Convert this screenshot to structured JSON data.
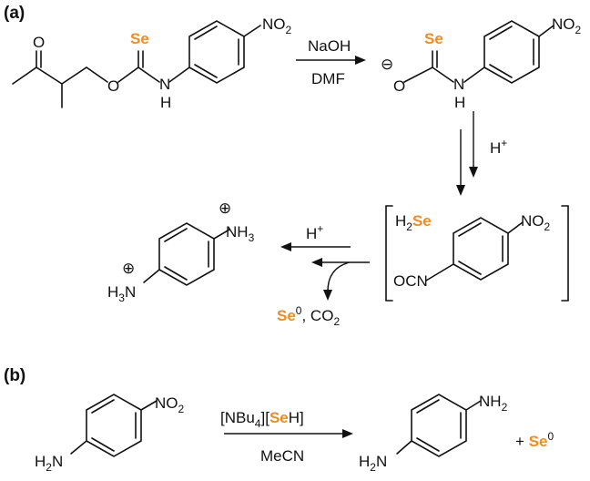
{
  "colors": {
    "selenium": "#f28c1e",
    "ink": "#111111"
  },
  "panel_a": {
    "label": "(a)",
    "reactant_atoms": {
      "carbonyl_o": "O",
      "ester_o": "O",
      "se": "Se",
      "nh": "N",
      "h": "H",
      "no2": "NO",
      "no2_sub": "2"
    },
    "step1": {
      "above": "NaOH",
      "below": "DMF"
    },
    "anion_atoms": {
      "charge": "⊖",
      "o": "O",
      "se": "Se",
      "nh": "N",
      "h": "H",
      "no2": "NO",
      "no2_sub": "2"
    },
    "step2": {
      "label": "H",
      "label_sup": "+"
    },
    "bracket_atoms": {
      "h2": "H",
      "h2_sub": "2",
      "se": "Se",
      "ocn": "OCN",
      "no2": "NO",
      "no2_sub": "2"
    },
    "step3": {
      "label": "H",
      "label_sup": "+"
    },
    "byproducts": {
      "se": "Se",
      "se_sup": "0",
      "co2": ", CO",
      "co2_sub": "2"
    },
    "product_atoms": {
      "charge_top": "⊕",
      "nh3_top": "NH",
      "nh3_top_sub": "3",
      "charge_left": "⊕",
      "h3n_h": "H",
      "h3n_sub": "3",
      "h3n_n": "N"
    }
  },
  "panel_b": {
    "label": "(b)",
    "reactant_atoms": {
      "no2": "NO",
      "no2_sub": "2",
      "h2n_h": "H",
      "h2n_sub": "2",
      "h2n_n": "N"
    },
    "reagent": {
      "open": "[NBu",
      "open_sub": "4",
      "mid": "][",
      "se": "Se",
      "close": "H]"
    },
    "solvent": "MeCN",
    "product_atoms": {
      "nh2": "NH",
      "nh2_sub": "2",
      "h2n_h": "H",
      "h2n_sub": "2",
      "h2n_n": "N"
    },
    "byproduct": {
      "plus": "+ ",
      "se": "Se",
      "se_sup": "0"
    }
  }
}
